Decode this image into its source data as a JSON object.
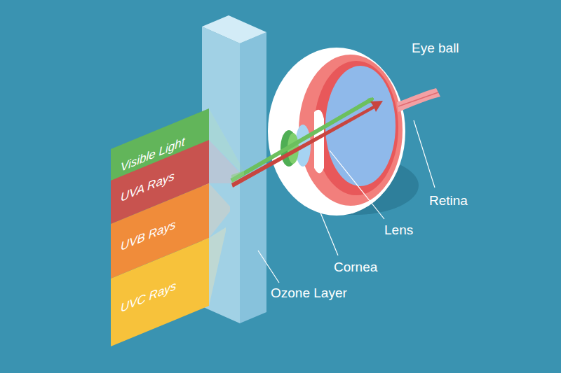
{
  "diagram": {
    "nodes": [
      {
        "text": [
          "Visible Light"
        ]
      },
      {
        "text": [
          "UVA Rays"
        ]
      },
      {
        "text": [
          "UVB Rays"
        ]
      },
      {
        "text": [
          "UVC Rays"
        ]
      }
    ],
    "labels": [
      "Eye ball",
      "Retina",
      "Lens",
      "Cornea",
      "Ozone Layer"
    ]
  }
}
